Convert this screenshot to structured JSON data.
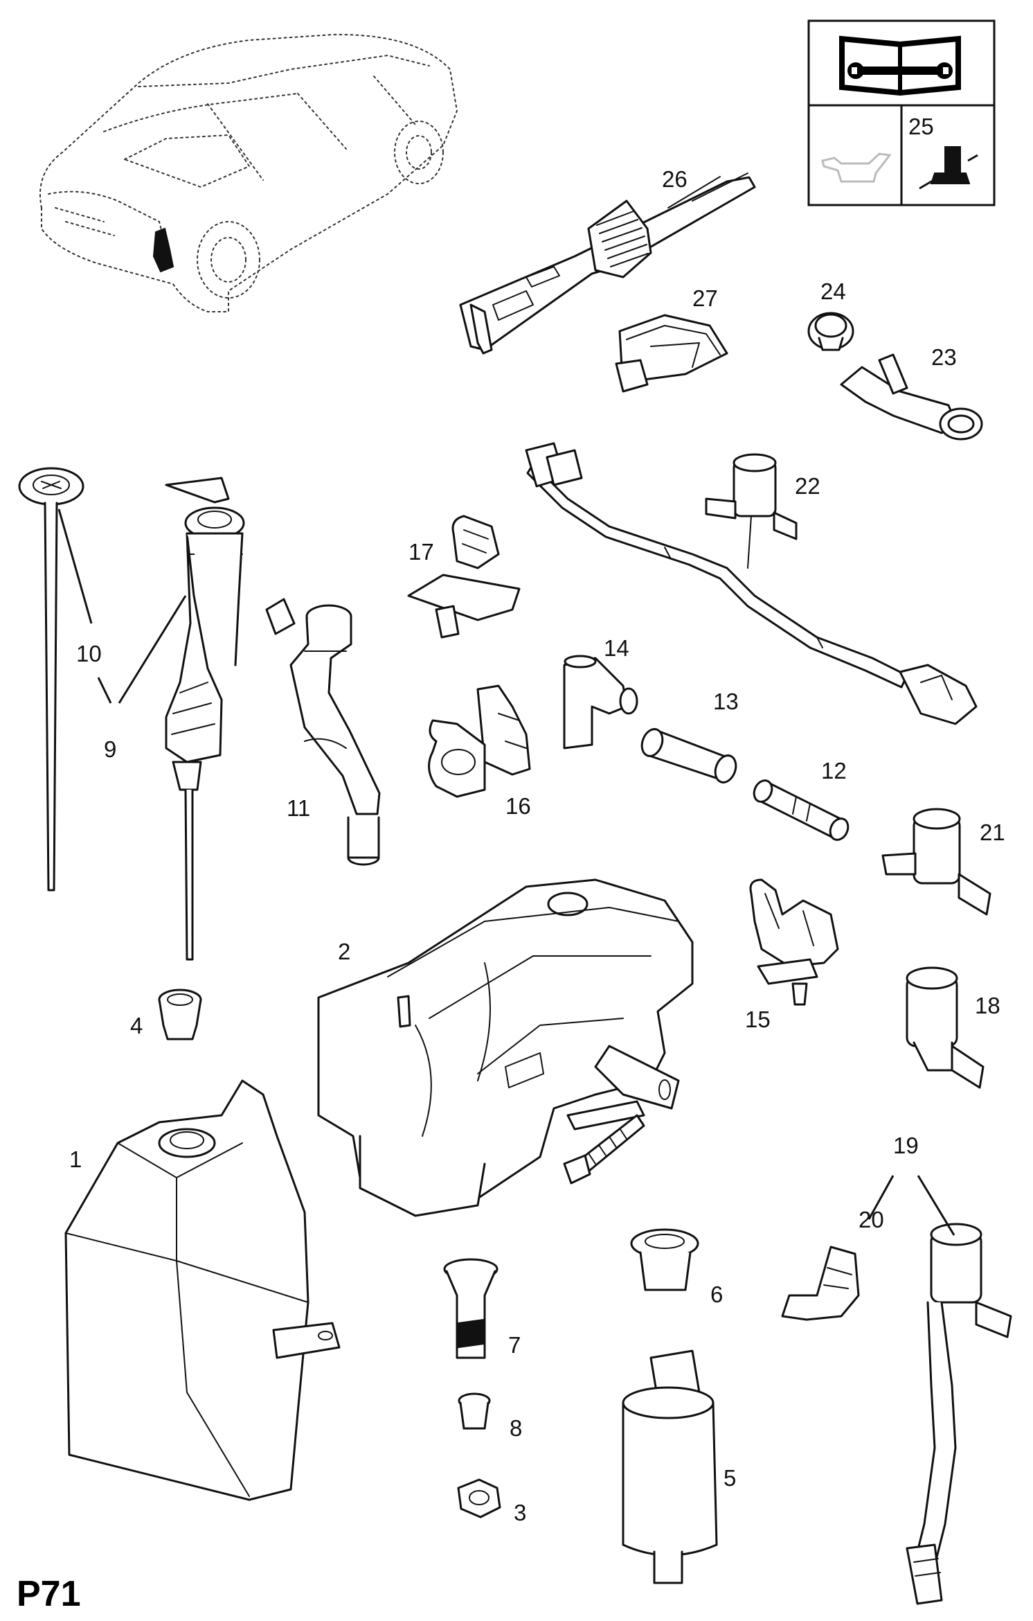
{
  "page_code": "P71",
  "legend": {
    "book_icon": "wrench-book-icon",
    "oil_icon": "oilcan-icon",
    "part_label": "25"
  },
  "callouts": {
    "p1": "1",
    "p2": "2",
    "p3": "3",
    "p4": "4",
    "p5": "5",
    "p6": "6",
    "p7": "7",
    "p8": "8",
    "p9": "9",
    "p10": "10",
    "p11": "11",
    "p12": "12",
    "p13": "13",
    "p14": "14",
    "p15": "15",
    "p16": "16",
    "p17": "17",
    "p18": "18",
    "p19": "19",
    "p20": "20",
    "p21": "21",
    "p22": "22",
    "p23": "23",
    "p24": "24",
    "p26": "26",
    "p27": "27"
  }
}
